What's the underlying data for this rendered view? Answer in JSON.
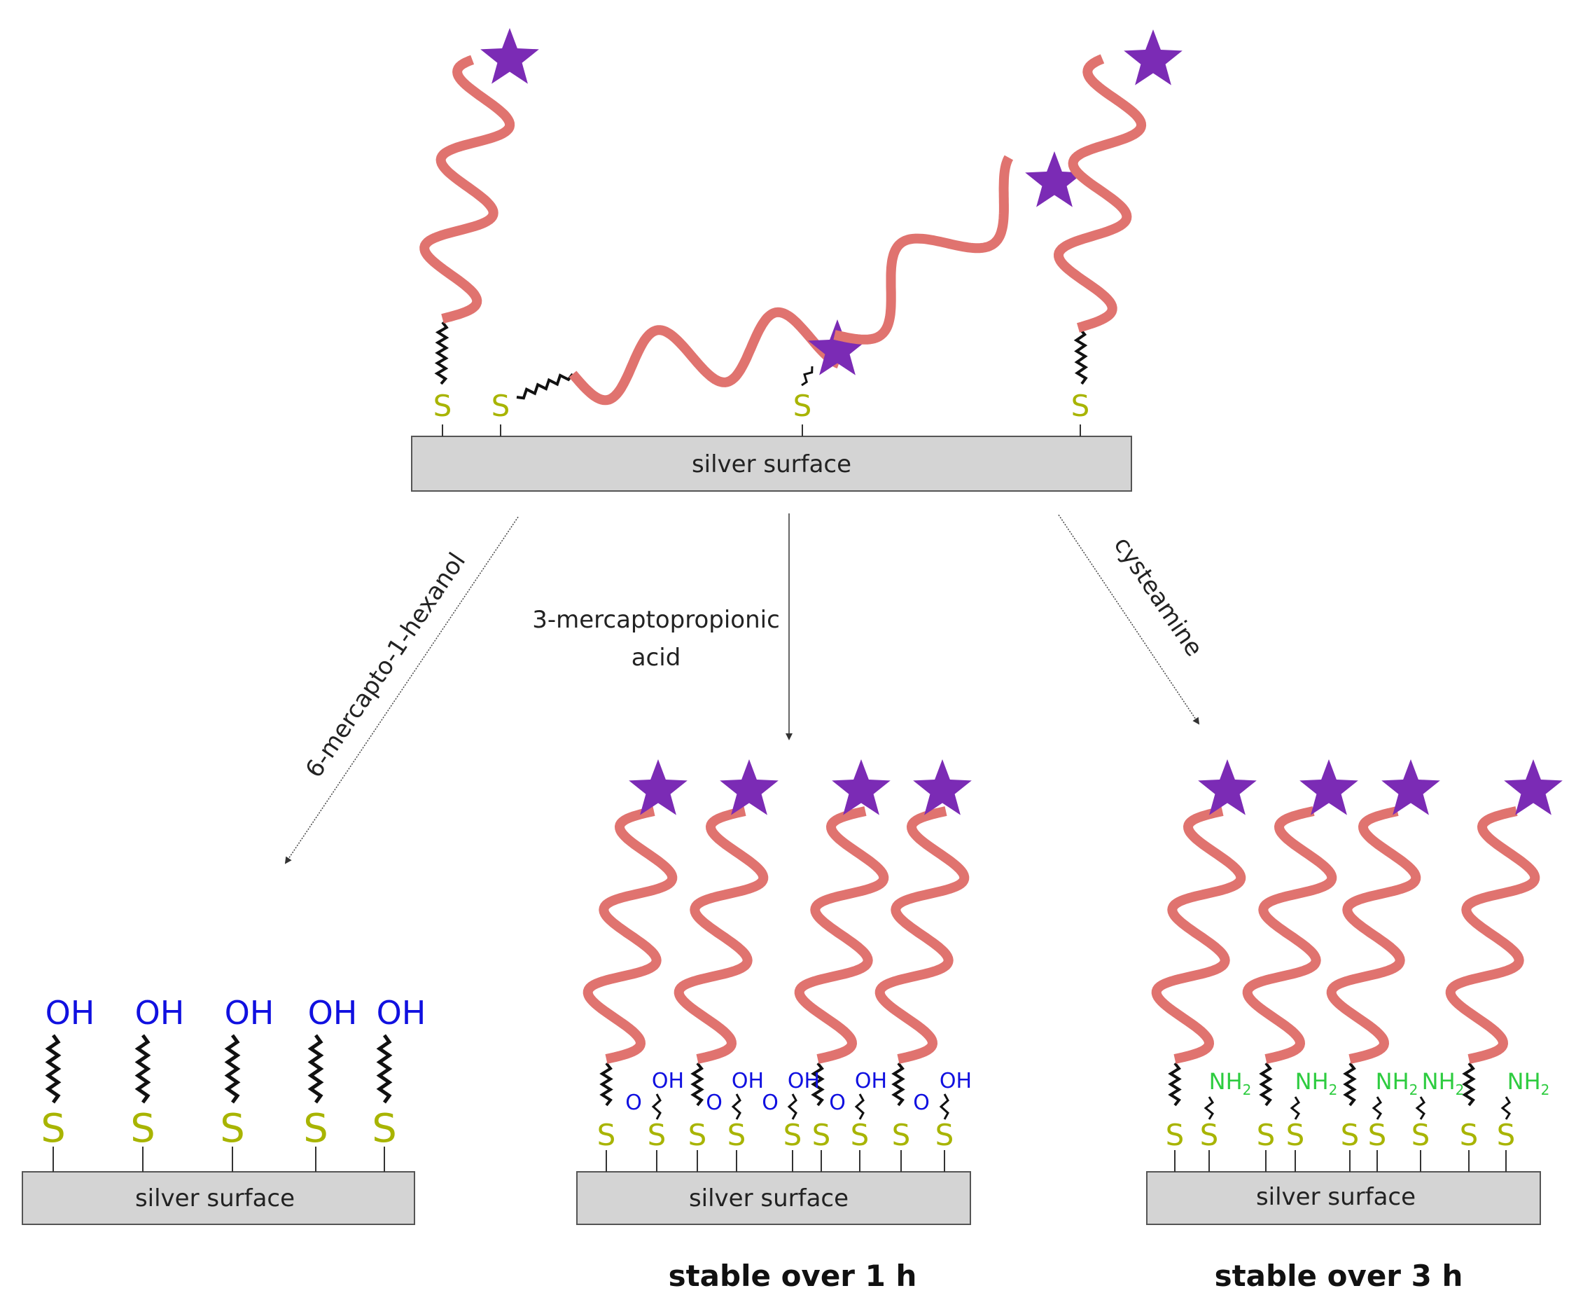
{
  "colors": {
    "strand": "#e0736f",
    "star": "#7b2bb5",
    "sulfur": "#a8b400",
    "hydroxyl": "#1010e0",
    "amine": "#2ecc40",
    "surface_fill": "#d4d4d4",
    "linker": "#111111"
  },
  "top_panel": {
    "surface_label": "silver surface"
  },
  "reactions": {
    "left": "6-mercapto-1-hexanol",
    "middle_line1": "3-mercaptopropionic",
    "middle_line2": "acid",
    "right": "cysteamine"
  },
  "panels": {
    "left": {
      "surface_label": "silver surface",
      "group_label": "OH",
      "sulfur_label": "S"
    },
    "middle": {
      "surface_label": "silver surface",
      "caption": "stable over 1 h",
      "group_label": "OH",
      "carbonyl_label": "O",
      "sulfur_label": "S"
    },
    "right": {
      "surface_label": "silver surface",
      "caption": "stable over 3 h",
      "group_label": "NH",
      "subscript": "2",
      "sulfur_label": "S"
    }
  }
}
